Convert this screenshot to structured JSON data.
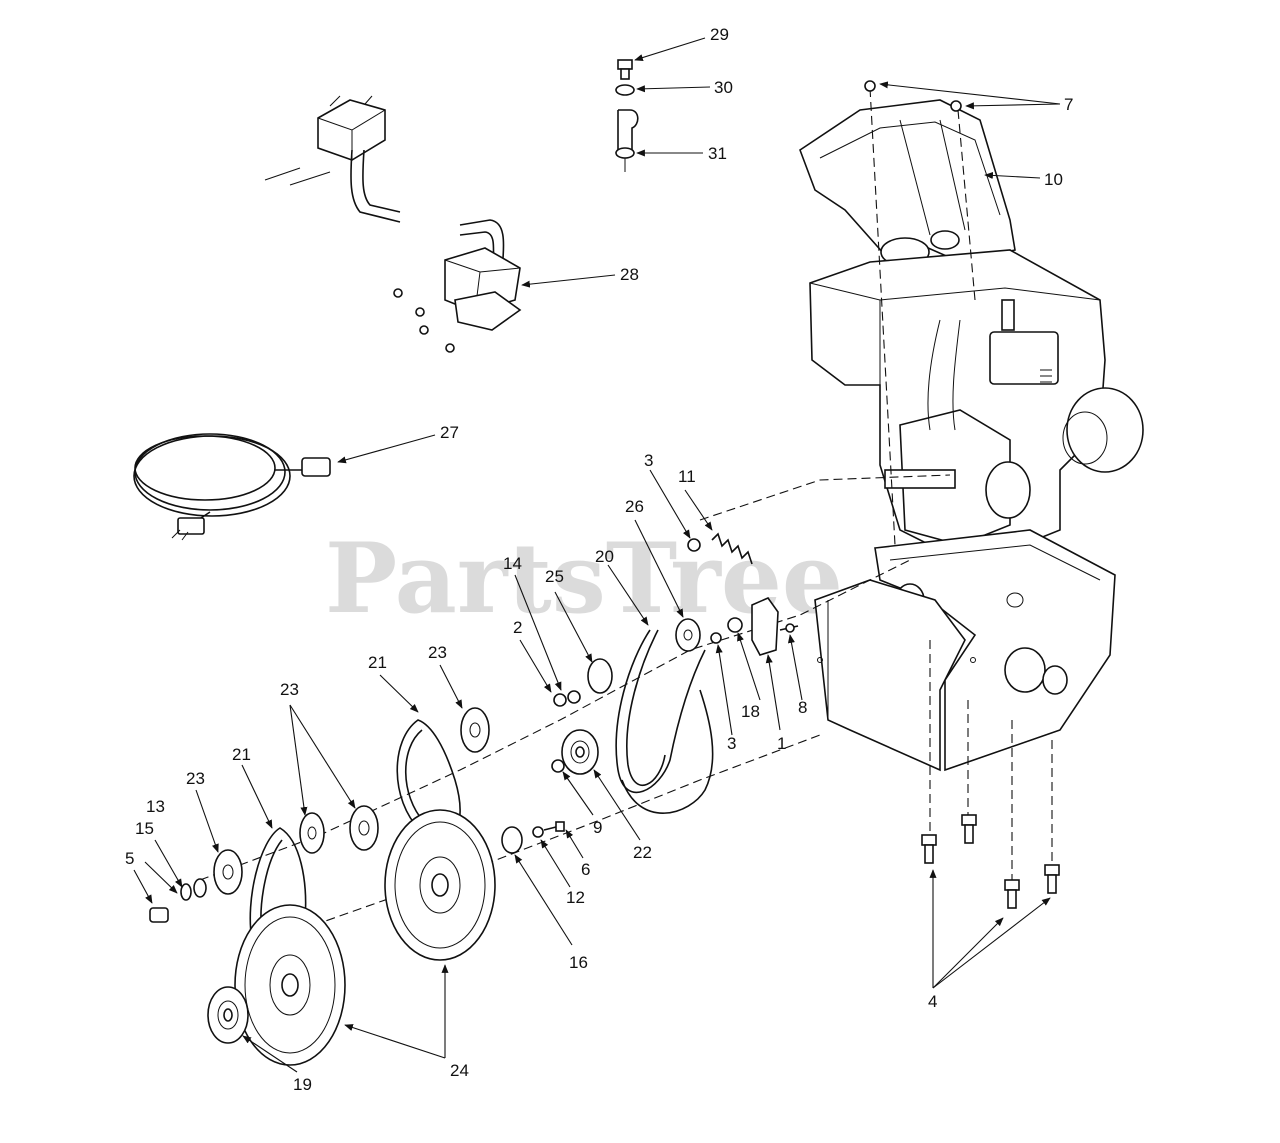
{
  "watermark": "PartsTree",
  "labels": {
    "l29": "29",
    "l30": "30",
    "l31": "31",
    "l7": "7",
    "l10": "10",
    "l28": "28",
    "l27": "27",
    "l3a": "3",
    "l11": "11",
    "l26": "26",
    "l20": "20",
    "l25": "25",
    "l14": "14",
    "l2": "2",
    "l21a": "21",
    "l23a": "23",
    "l23b": "23",
    "l21b": "21",
    "l13": "13",
    "l15": "15",
    "l23c": "23",
    "l5": "5",
    "l18": "18",
    "l8": "8",
    "l3b": "3",
    "l1": "1",
    "l9": "9",
    "l22": "22",
    "l6": "6",
    "l12": "12",
    "l16": "16",
    "l24": "24",
    "l19": "19",
    "l4": "4"
  }
}
